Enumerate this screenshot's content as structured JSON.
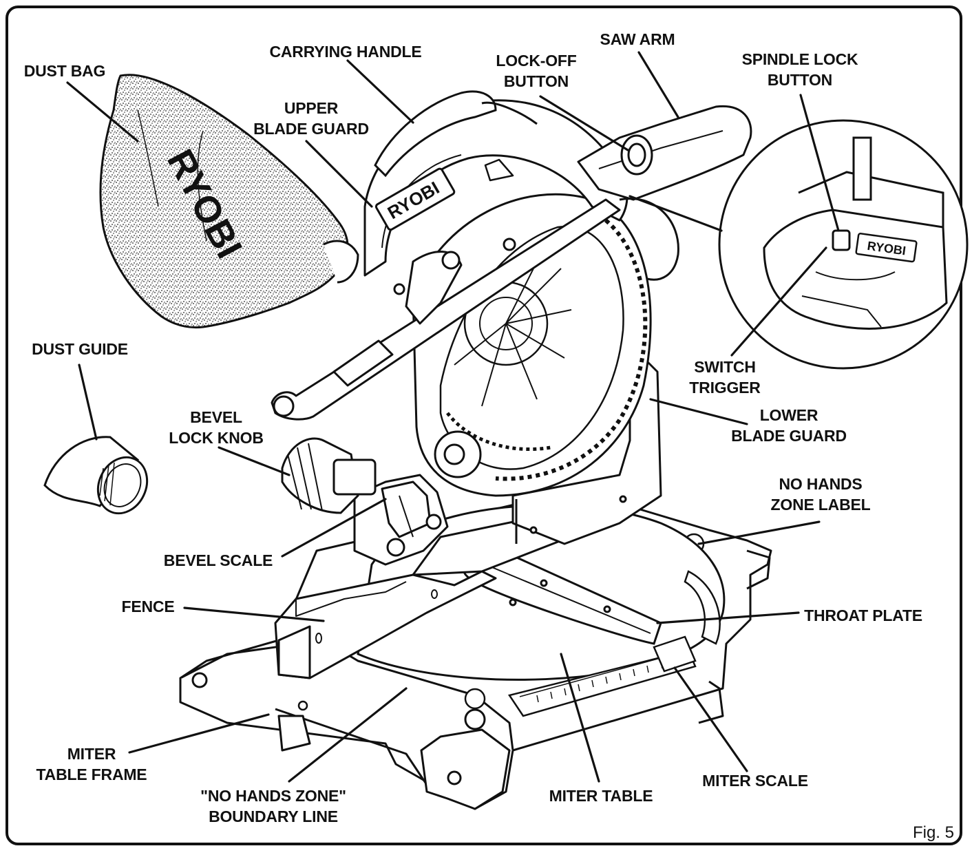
{
  "labels": {
    "dust_bag": "DUST BAG",
    "carrying_handle": "CARRYING HANDLE",
    "upper_blade_guard": [
      "UPPER",
      "BLADE GUARD"
    ],
    "lock_off_button": [
      "LOCK-OFF",
      "BUTTON"
    ],
    "saw_arm": "SAW ARM",
    "spindle_lock_button": [
      "SPINDLE LOCK",
      "BUTTON"
    ],
    "dust_guide": "DUST GUIDE",
    "switch_trigger": [
      "SWITCH",
      "TRIGGER"
    ],
    "bevel_lock_knob": [
      "BEVEL",
      "LOCK KNOB"
    ],
    "lower_blade_guard": [
      "LOWER",
      "BLADE GUARD"
    ],
    "no_hands_zone_label": [
      "NO HANDS",
      "ZONE LABEL"
    ],
    "bevel_scale": "BEVEL SCALE",
    "fence": "FENCE",
    "throat_plate": "THROAT PLATE",
    "miter_table_frame": [
      "MITER",
      "TABLE FRAME"
    ],
    "no_hands_zone_boundary": [
      "\"NO HANDS ZONE\"",
      "BOUNDARY LINE"
    ],
    "miter_table": "MITER TABLE",
    "miter_scale": "MITER SCALE"
  },
  "brand": "RYOBI",
  "figure_caption": "Fig. 5"
}
